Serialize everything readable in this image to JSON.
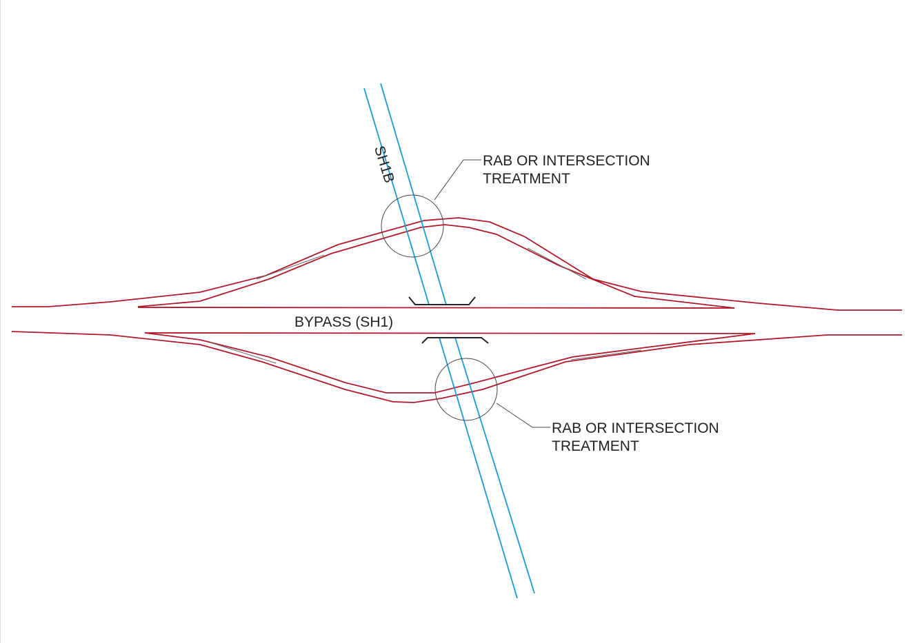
{
  "labels": {
    "bypass": "BYPASS (SH1)",
    "crossing_road": "SH1B",
    "callout_top": {
      "line1": "RAB OR INTERSECTION",
      "line2": "TREATMENT"
    },
    "callout_bottom": {
      "line1": "RAB OR INTERSECTION",
      "line2": "TREATMENT"
    }
  },
  "colors": {
    "bypass": "#b0182a",
    "crossing_road": "#1a9ad6",
    "annotation": "#222222"
  }
}
